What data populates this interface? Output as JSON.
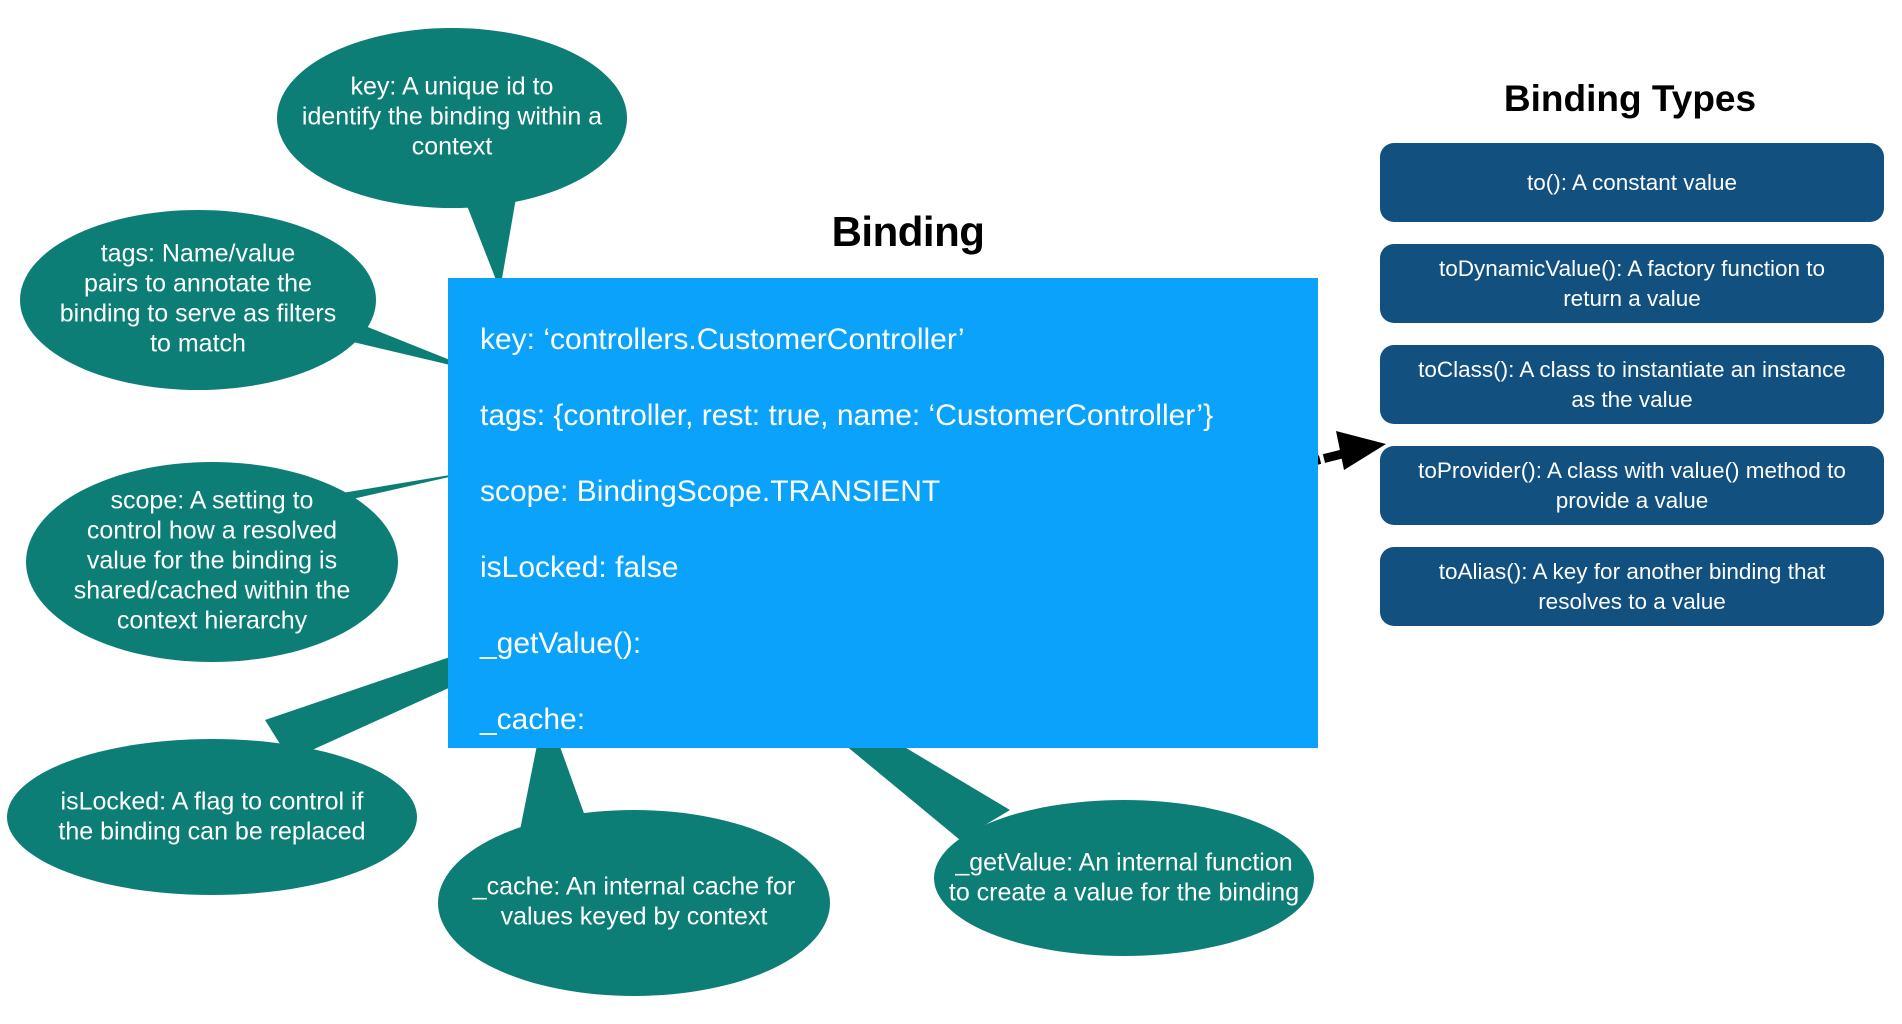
{
  "diagram": {
    "binding_title": "Binding",
    "binding_types_title": "Binding Types",
    "colors": {
      "bubble_teal": "#0d7e76",
      "binding_blue": "#0aa2fa",
      "type_card_navy": "#11507f",
      "text_white": "#ffffff",
      "text_black": "#000000",
      "arrow_black": "#000000",
      "background": "#ffffff"
    }
  },
  "binding_box": {
    "fields": [
      {
        "id": "key",
        "text": "key: ‘controllers.CustomerController’"
      },
      {
        "id": "tags",
        "text": "tags: {controller, rest: true, name: ‘CustomerController’}"
      },
      {
        "id": "scope",
        "text": "scope: BindingScope.TRANSIENT"
      },
      {
        "id": "isLocked",
        "text": "isLocked: false"
      },
      {
        "id": "getValue",
        "text": "_getValue():"
      },
      {
        "id": "cache",
        "text": "_cache:"
      }
    ]
  },
  "callouts": [
    {
      "id": "key",
      "lines": [
        "key: A unique id to",
        "identify the binding within a",
        "context"
      ]
    },
    {
      "id": "tags",
      "lines": [
        "tags: Name/value",
        "pairs to annotate the",
        "binding to serve as filters",
        "to match"
      ]
    },
    {
      "id": "scope",
      "lines": [
        "scope: A setting to",
        "control how a resolved",
        "value for the binding is",
        "shared/cached within the",
        "context hierarchy"
      ]
    },
    {
      "id": "isLocked",
      "lines": [
        "isLocked: A flag to control if",
        "the binding can be replaced"
      ]
    },
    {
      "id": "cache",
      "lines": [
        "_cache: An internal cache for",
        "values keyed by context"
      ]
    },
    {
      "id": "getValue",
      "lines": [
        "_getValue: An internal function",
        "to create a value for the binding"
      ]
    }
  ],
  "binding_types": [
    {
      "id": "to",
      "lines": [
        "to(): A constant value"
      ]
    },
    {
      "id": "toDynamicValue",
      "lines": [
        "toDynamicValue(): A factory function to",
        "return a value"
      ]
    },
    {
      "id": "toClass",
      "lines": [
        "toClass(): A class to instantiate an instance",
        "as the value"
      ]
    },
    {
      "id": "toProvider",
      "lines": [
        "toProvider(): A class with value() method to",
        "provide a value"
      ]
    },
    {
      "id": "toAlias",
      "lines": [
        "toAlias(): A key for another binding that",
        "resolves to a value"
      ]
    }
  ]
}
